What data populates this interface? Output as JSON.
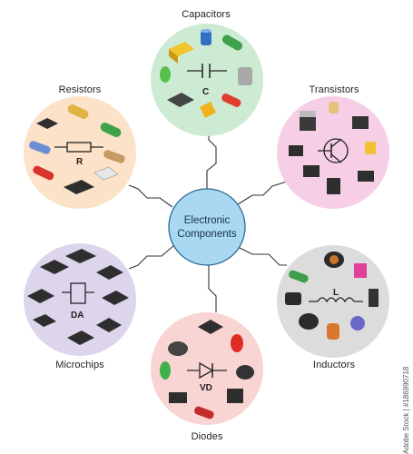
{
  "center": {
    "line1": "Electronic",
    "line2": "Components"
  },
  "groups": {
    "capacitors": {
      "label": "Capacitors",
      "symbol": "C",
      "color": "#cdebd3"
    },
    "transistors": {
      "label": "Transistors",
      "color": "#f6cfe6"
    },
    "inductors": {
      "label": "Inductors",
      "symbol": "L",
      "color": "#dcdcdc"
    },
    "diodes": {
      "label": "Diodes",
      "symbol": "VD",
      "color": "#f8d4d3"
    },
    "microchips": {
      "label": "Microchips",
      "symbol": "DA",
      "color": "#dcd5ec"
    },
    "resistors": {
      "label": "Resistors",
      "symbol": "R",
      "color": "#fbe2c8"
    }
  },
  "stock_id": "Adobe Stock | #186990718",
  "colors": {
    "hub": "#a9d8f2",
    "hub_stroke": "#2c6a94",
    "wire": "#333333"
  }
}
